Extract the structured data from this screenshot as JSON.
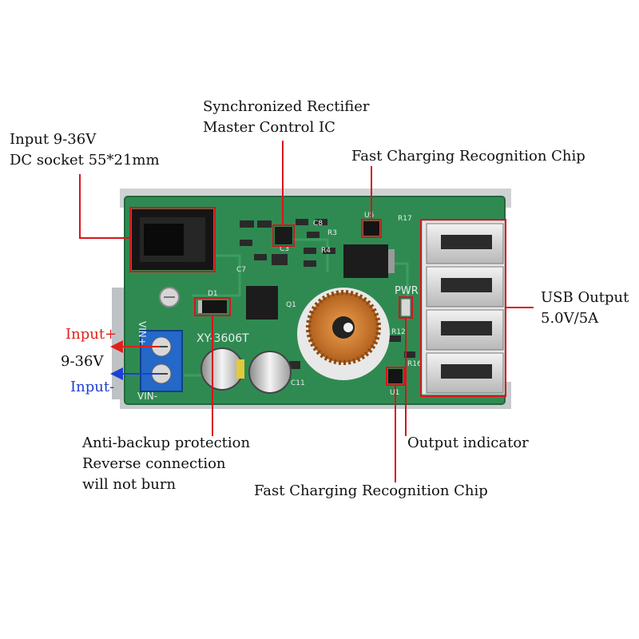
{
  "labels": {
    "sync_rectifier_line1": "Synchronized Rectifier",
    "sync_rectifier_line2": "Master Control IC",
    "input_line1": "Input 9-36V",
    "input_line2": "DC socket 55*21mm",
    "fast_charge_top": "Fast Charging Recognition Chip",
    "usb_output_line1": "USB Output",
    "usb_output_line2": "5.0V/5A",
    "input_plus": "Input+",
    "input_voltage": "9-36V",
    "input_minus": "Input-",
    "anti_backup_line1": "Anti-backup protection",
    "anti_backup_line2": "Reverse connection",
    "anti_backup_line3": "will not burn",
    "output_indicator": "Output indicator",
    "fast_charge_bottom": "Fast Charging Recognition Chip"
  },
  "board": {
    "model": "XY-3606T",
    "pwr": "PWR",
    "vin_plus": "VIN+",
    "vin_minus": "VIN-",
    "d1": "D1",
    "q1": "Q1",
    "c11": "C11",
    "u1": "U1",
    "r12": "R12",
    "r16": "R16",
    "r17": "R17",
    "r3": "R3",
    "r4": "R4",
    "c7": "C7",
    "c3": "C3",
    "c8": "C8",
    "u5": "U5"
  },
  "colors": {
    "pcb": "#2f8a52",
    "callout": "#d8141c",
    "input_plus": "#e0201c",
    "input_minus": "#1e3fd6"
  }
}
